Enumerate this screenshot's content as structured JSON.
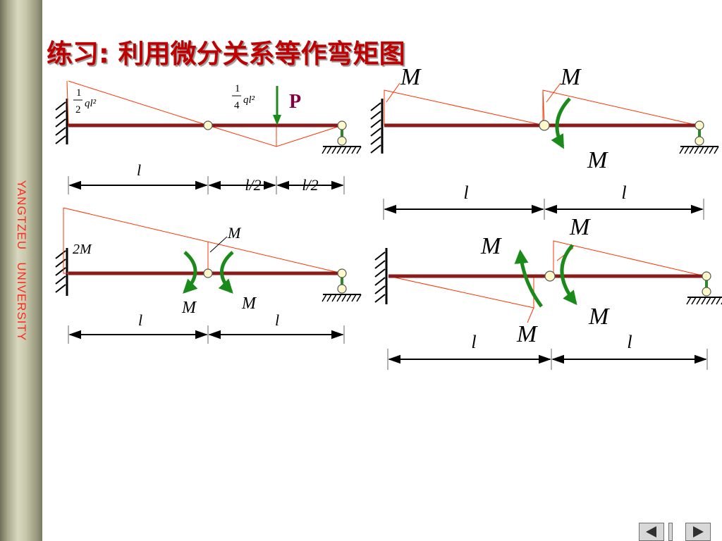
{
  "sidebar": {
    "text": "YANGTZEU   UNIVERSITY"
  },
  "title": "练习: 利用微分关系等作弯矩图",
  "diagrams": {
    "d1": {
      "moment_left": "ql²",
      "moment_left_coef_num": "1",
      "moment_left_coef_den": "2",
      "moment_mid": "ql²",
      "moment_mid_coef_num": "1",
      "moment_mid_coef_den": "4",
      "load": "P",
      "dim_left": "l",
      "dim_mid": "l/2",
      "dim_right": "l/2"
    },
    "d2": {
      "moment_left": "M",
      "moment_right": "M",
      "applied_moment": "M",
      "dim_left": "l",
      "dim_right": "l"
    },
    "d3": {
      "moment_left": "2M",
      "moment_hinge": "M",
      "applied_left": "M",
      "applied_right": "M",
      "dim_left": "l",
      "dim_right": "l"
    },
    "d4": {
      "moment_left": "M",
      "moment_right": "M",
      "applied_left": "M",
      "applied_right": "M",
      "dim_left": "l",
      "dim_right": "l"
    }
  },
  "colors": {
    "title": "#c00000",
    "beam": "#8b1a1a",
    "moment_line": "#ff3300",
    "couple": "#1a8a1a",
    "sidebar_text": "#ff2a1a"
  },
  "nav": {
    "prev": "triangle-left-icon",
    "next": "triangle-right-icon"
  }
}
